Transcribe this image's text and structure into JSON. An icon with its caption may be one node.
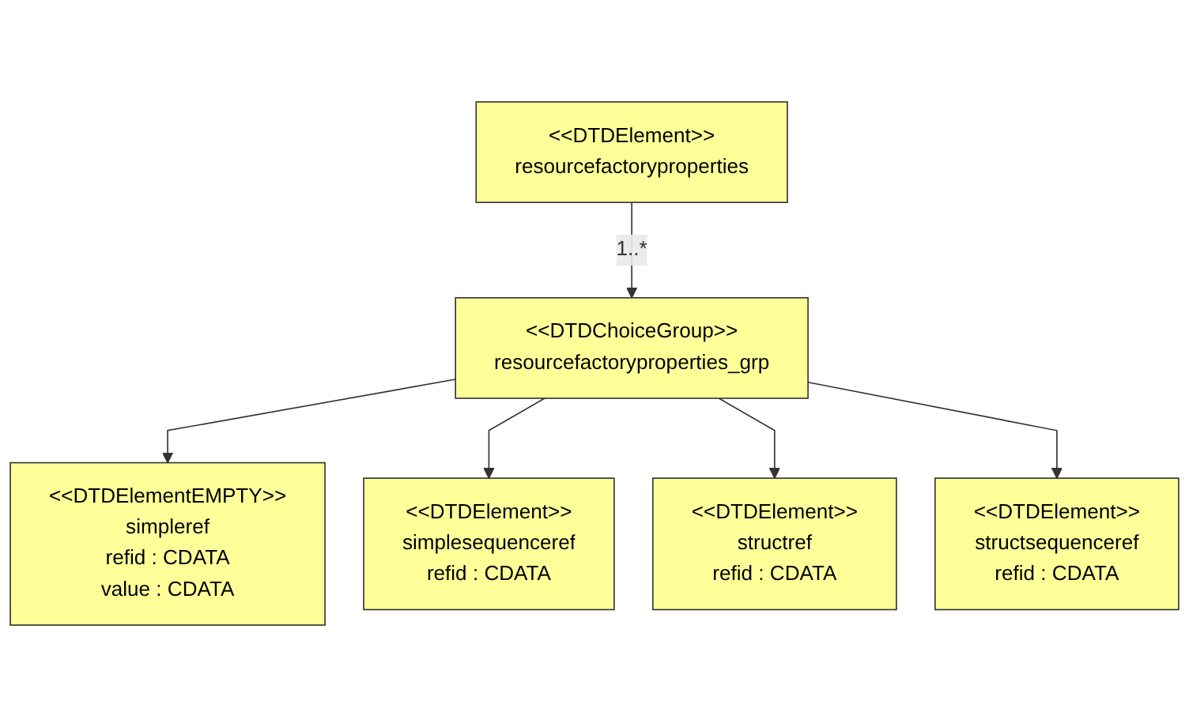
{
  "diagram": {
    "nodes": [
      {
        "text": [
          "<<DTDElement>>",
          "resourcefactoryproperties"
        ]
      },
      {
        "text": [
          "<<DTDChoiceGroup>>",
          "resourcefactoryproperties_grp"
        ]
      },
      {
        "text": [
          "<<DTDElementEMPTY>>",
          "simpleref",
          "refid : CDATA",
          "value : CDATA"
        ]
      },
      {
        "text": [
          "<<DTDElement>>",
          "structsequenceref",
          "refid : CDATA"
        ]
      },
      {
        "text": [
          "<<DTDElement>>",
          "simplesequenceref",
          "refid : CDATA"
        ]
      },
      {
        "text": [
          "<<DTDElement>>",
          "structref",
          "refid : CDATA"
        ]
      }
    ],
    "edges": [
      {
        "from": 0,
        "to": 1,
        "arrow": "to",
        "label": "1..*"
      },
      {
        "from": 1,
        "to": 2,
        "arrow": "to"
      },
      {
        "from": 1,
        "to": 4,
        "arrow": "to"
      },
      {
        "from": 1,
        "to": 5,
        "arrow": "to"
      },
      {
        "from": 1,
        "to": 3,
        "arrow": "to"
      }
    ]
  }
}
